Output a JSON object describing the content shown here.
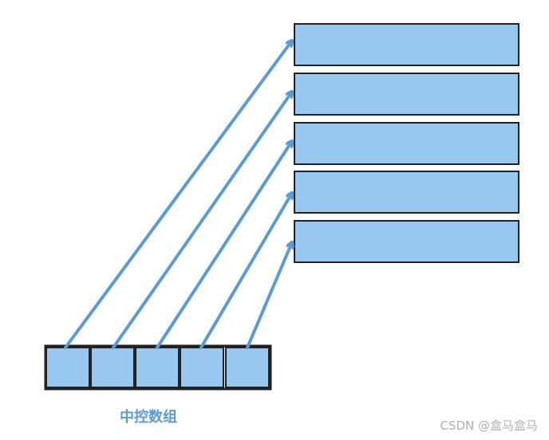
{
  "diagram": {
    "caption": "中控数组",
    "block_count": 5,
    "slot_count": 5,
    "colors": {
      "fill": "#98c8ef",
      "stroke": "#222222",
      "arrow": "#5b9bd5",
      "caption": "#5b9bd5"
    }
  },
  "watermark": {
    "text": "CSDN @盒马盒马"
  }
}
